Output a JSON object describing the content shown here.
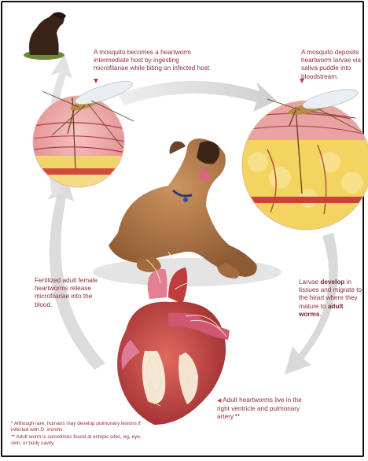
{
  "captions": {
    "step1": {
      "text": "A mosquito becomes a heartworm intermediate host by ingesting microfilariae while biting an infected host.",
      "marker": "▼"
    },
    "step2": {
      "text": "A mosquito deposits heartworm larvae via saliva puddle into bloodstream.",
      "marker": "▼"
    },
    "step3": {
      "pre": "Larvae ",
      "highlight1": "develop",
      "mid": " in tissues and migrate to the heart where they mature to ",
      "highlight2": "adult worms",
      "post": "."
    },
    "step4": {
      "text": "Adult heartworms live in the right ventricle and pulmonary artery.**",
      "marker": "◀"
    },
    "step5": {
      "text": "Fertilized adult female heartworms release microfilariae into the blood."
    }
  },
  "footnotes": {
    "note1_pre": "* Although rare, humans may develop pulmonary lesions if infected with ",
    "note1_species": "D. immitis",
    "note1_post": ".",
    "note2": "** Adult worm is sometimes found at ectopic sites, eg, eye, skin, or body cavity."
  },
  "colors": {
    "caption_text": "#8b2f38",
    "arrow_gray": "#d6d6d6",
    "heart_red": "#c9413f",
    "skin_pink": "#eca9a8",
    "fat_yellow": "#f2d55b",
    "dog_tan": "#b47c4a"
  },
  "icons": {
    "infected_dog": "sitting-dog-illustration",
    "main_dog": "lying-boxer-dog-illustration",
    "mosquito": "mosquito-illustration",
    "heart": "heart-cross-section-illustration"
  }
}
